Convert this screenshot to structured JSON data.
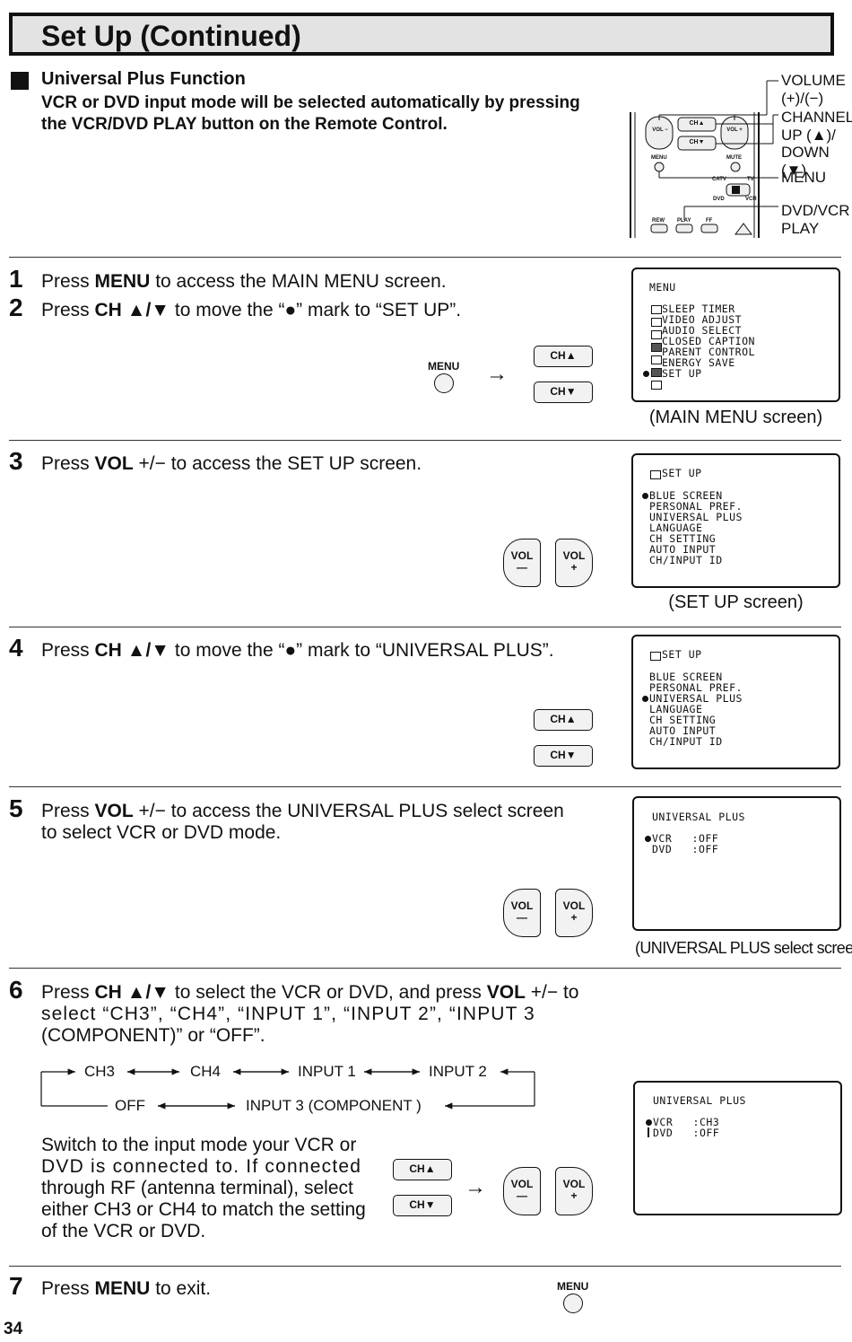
{
  "page": {
    "title": "Set Up (Continued)",
    "number": "34"
  },
  "intro": {
    "heading": "Universal Plus Function",
    "line1": "VCR or DVD input mode will be selected automatically by pressing",
    "line2": "the VCR/DVD PLAY button on the Remote Control."
  },
  "remote": {
    "labels": [
      "VOLUME",
      "(+)/(−)",
      "CHANNEL",
      "UP (▲)/",
      "DOWN (▼)",
      "MENU",
      "DVD/VCR",
      "PLAY"
    ],
    "vol_minus": "VOL −",
    "vol_plus": "VOL +",
    "ch_up": "CH▲",
    "ch_down": "CH▼",
    "menu": "MENU",
    "mute": "MUTE",
    "catv": "CATV",
    "tv": "TV",
    "dvd": "DVD",
    "vcr": "VCR",
    "rew": "REW",
    "play": "PLAY",
    "ff": "FF"
  },
  "buttons": {
    "menu": "MENU",
    "ch_up": "CH▲",
    "ch_down": "CH▼",
    "vol": "VOL",
    "minus": "—",
    "plus": "+",
    "arrow": "→"
  },
  "steps": {
    "s1": {
      "num": "1",
      "pre": "Press ",
      "bold": "MENU",
      "post": " to access the MAIN MENU screen."
    },
    "s2": {
      "num": "2",
      "pre": "Press ",
      "bold": "CH ▲/▼",
      "post": " to move the “●” mark to “SET UP”."
    },
    "s3": {
      "num": "3",
      "pre": "Press ",
      "bold": "VOL",
      "post": " +/− to access the SET UP screen."
    },
    "s4": {
      "num": "4",
      "pre": "Press ",
      "bold": "CH ▲/▼",
      "post": " to move the “●” mark to “UNIVERSAL PLUS”."
    },
    "s5": {
      "num": "5",
      "pre": "Press ",
      "bold": "VOL",
      "post": " +/− to access the UNIVERSAL PLUS select screen",
      "line2": "to select VCR or DVD mode."
    },
    "s6": {
      "num": "6",
      "pre": "Press ",
      "bold": "CH ▲/▼",
      "mid": " to select the VCR or DVD, and press ",
      "bold2": "VOL",
      "post": " +/− to",
      "line2": "select “CH3”, “CH4”, “INPUT 1”, “INPUT 2”, “INPUT 3",
      "line3": "(COMPONENT)” or “OFF”."
    },
    "s7": {
      "num": "7",
      "pre": "Press ",
      "bold": "MENU",
      "post": " to exit."
    }
  },
  "flow": {
    "ch3": "CH3",
    "ch4": "CH4",
    "input1": "INPUT 1",
    "input2": "INPUT 2",
    "off": "OFF",
    "input3": "INPUT 3 (COMPONENT )"
  },
  "note": [
    "Switch to the input mode your VCR or",
    "DVD is connected to. If connected",
    "through RF (antenna terminal), select",
    "either CH3 or CH4 to match the setting",
    "of the VCR or DVD."
  ],
  "screens": {
    "main": {
      "title": "MENU",
      "items": [
        "SLEEP TIMER",
        "VIDEO ADJUST",
        "AUDIO SELECT",
        "CLOSED CAPTION",
        "PARENT CONTROL",
        "ENERGY SAVE",
        "SET UP"
      ],
      "caption": "(MAIN MENU screen)"
    },
    "setup": {
      "title": "SET UP",
      "items": [
        "BLUE SCREEN",
        "PERSONAL PREF.",
        "UNIVERSAL PLUS",
        "LANGUAGE",
        "CH SETTING",
        "AUTO INPUT",
        "CH/INPUT ID"
      ],
      "caption": "(SET UP screen)"
    },
    "uplus": {
      "title": "UNIVERSAL PLUS",
      "vcr": "VCR   :OFF",
      "dvd": "DVD   :OFF",
      "caption": "(UNIVERSAL PLUS select screen)"
    },
    "uplus2": {
      "title": "UNIVERSAL PLUS",
      "vcr": "VCR   :CH3",
      "dvd": "DVD   :OFF"
    }
  }
}
